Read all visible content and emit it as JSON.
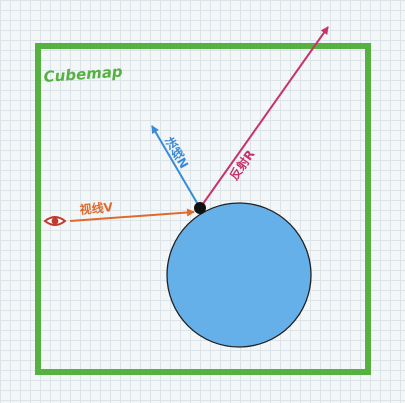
{
  "cubemap": {
    "label": "Cubemap",
    "color": "#55b140"
  },
  "sphere": {
    "fill": "#66b0ea",
    "stroke": "#222222"
  },
  "view_vector": {
    "label": "视线V",
    "color": "#e06a2a"
  },
  "normal_vector": {
    "label": "法线N",
    "color": "#3a8ad6"
  },
  "reflect_vector": {
    "label": "反射R",
    "color": "#c8336b"
  },
  "icons": {
    "eye": "eye-icon"
  }
}
